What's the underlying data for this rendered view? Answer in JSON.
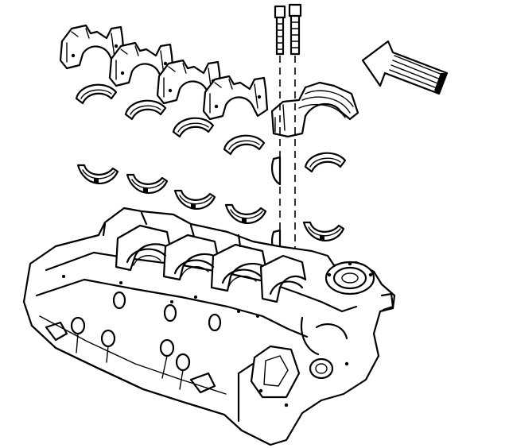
{
  "diagram": {
    "labels": [],
    "icons": {
      "arrow": "direction-arrow-icon"
    },
    "colors": {
      "ink": "#000000",
      "paper": "#ffffff"
    },
    "part_counts": {
      "bearing_caps": 5,
      "upper_bearing_shells": 5,
      "lower_bearing_shells": 5,
      "cap_bolts": 2
    }
  }
}
